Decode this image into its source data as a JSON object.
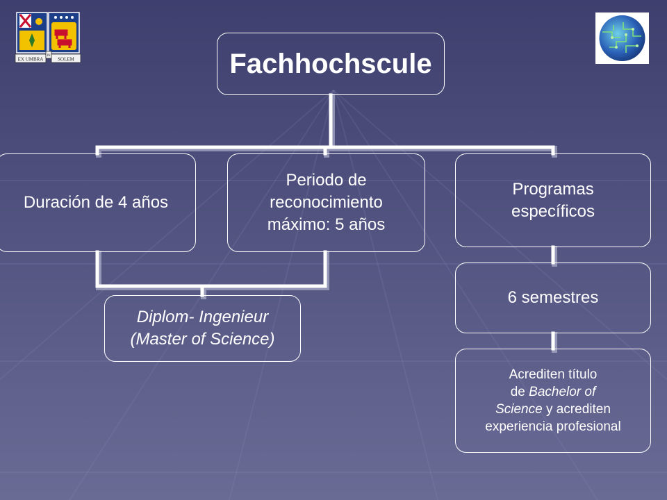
{
  "slide": {
    "colors": {
      "bg_top": "#3e3f6e",
      "bg_bottom": "#6a6b95",
      "line": "#ffffff"
    }
  },
  "logos": {
    "left_motto": [
      "EX UMBRA",
      "IN",
      "SOLEM"
    ],
    "left_icon": "university-crest-icon",
    "right_icon": "globe-circuit-icon"
  },
  "nodes": {
    "root": "Fachhochscule",
    "duracion": "Duración de 4 años",
    "periodo": [
      "Periodo de",
      "reconocimiento",
      "máximo: 5 años"
    ],
    "programas": [
      "Programas",
      "específicos"
    ],
    "diplom": [
      "Diplom- Ingenieur",
      "(Master of Science)"
    ],
    "semestres": "6 semestres",
    "acrediten": {
      "l1": "Acrediten título",
      "l2a": "de ",
      "l2b": "Bachelor of",
      "l3a": "Science",
      "l3b": " y acrediten",
      "l4": "experiencia profesional"
    }
  }
}
